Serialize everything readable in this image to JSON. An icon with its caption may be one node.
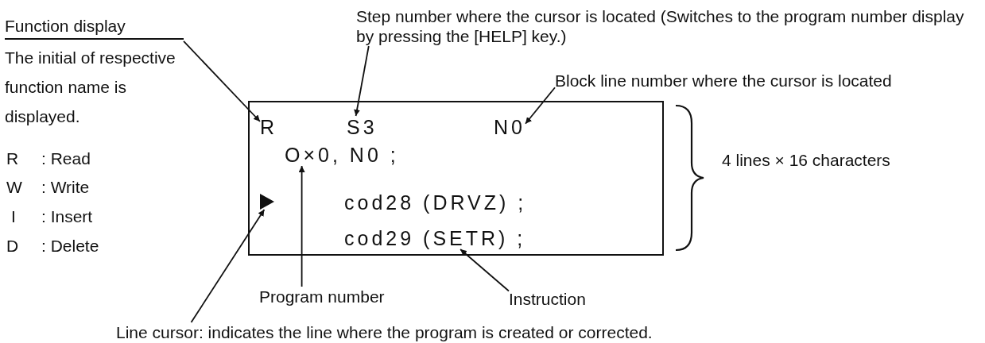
{
  "diagram": {
    "nodes": [
      {
        "text": [],
        "shape": "box"
      },
      {
        "text": [
          "R"
        ],
        "in": 0
      },
      {
        "text": [
          "S3"
        ],
        "in": 0
      },
      {
        "text": [
          "N0"
        ],
        "in": 0
      },
      {
        "text": [
          "O×0, N0 ;"
        ],
        "in": 0
      },
      {
        "text": [],
        "shape": "triangle",
        "in": 0
      },
      {
        "text": [
          "cod28 (DRVZ) ;"
        ],
        "in": 0
      },
      {
        "text": [
          "cod29 (SETR) ;"
        ],
        "in": 0
      },
      {
        "text": [
          "Function display",
          "The initial of respective function name is displayed."
        ]
      },
      {
        "text": [
          "Step number where the cursor is located (Switches to the program number display by pressing the [HELP] key.)"
        ]
      },
      {
        "text": [
          "Block line number where the cursor is located"
        ]
      },
      {
        "text": [
          "Program number"
        ]
      },
      {
        "text": [
          "Instruction"
        ]
      },
      {
        "text": [
          "Line cursor: indicates the line where the program is created or corrected."
        ]
      }
    ],
    "edges": [
      {
        "from": 8,
        "to": 1,
        "arrow": "to"
      },
      {
        "from": 9,
        "to": 2,
        "arrow": "to"
      },
      {
        "from": 10,
        "to": 3,
        "arrow": "to"
      },
      {
        "from": 11,
        "to": 4,
        "arrow": "to"
      },
      {
        "from": 13,
        "to": 5,
        "arrow": "to"
      },
      {
        "from": 12,
        "to": 7,
        "arrow": "to"
      }
    ],
    "labels": [
      "R",
      ": Read",
      "W",
      ": Write",
      "I",
      ": Insert",
      "D",
      ": Delete",
      "4 lines × 16 characters"
    ]
  }
}
